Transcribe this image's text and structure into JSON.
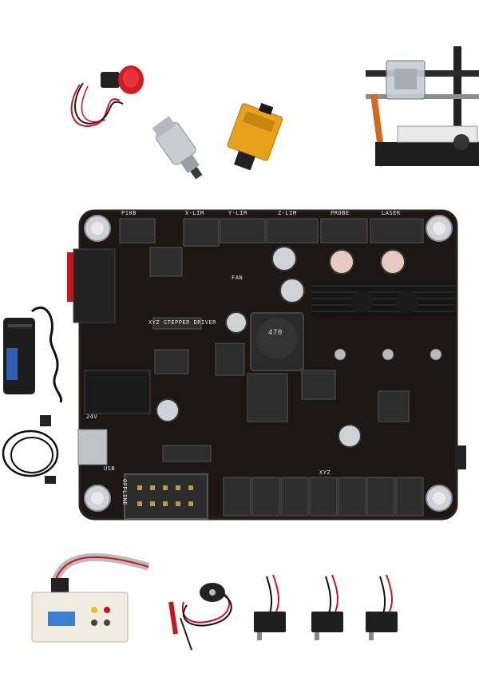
{
  "board": {
    "top_labels": [
      "P10B",
      "X-LIM",
      "Y-LIM",
      "Z-LIM",
      "PROBE",
      "LASER"
    ],
    "side_labels": [
      "FAN",
      "24V",
      "USB"
    ],
    "text_strip": "XYZ STEPPER DRIVER",
    "bottom_label": "XYZ",
    "inductor_mark": "470",
    "bottom_left_label": "OFFLINE"
  },
  "colors": {
    "pcb": "#1c1614",
    "pcb_edge": "#2a201d",
    "silkscreen": "#e8e4df",
    "header": "#2e2e2e",
    "accent_red": "#c8161d",
    "accent_orange": "#e7a21c"
  }
}
